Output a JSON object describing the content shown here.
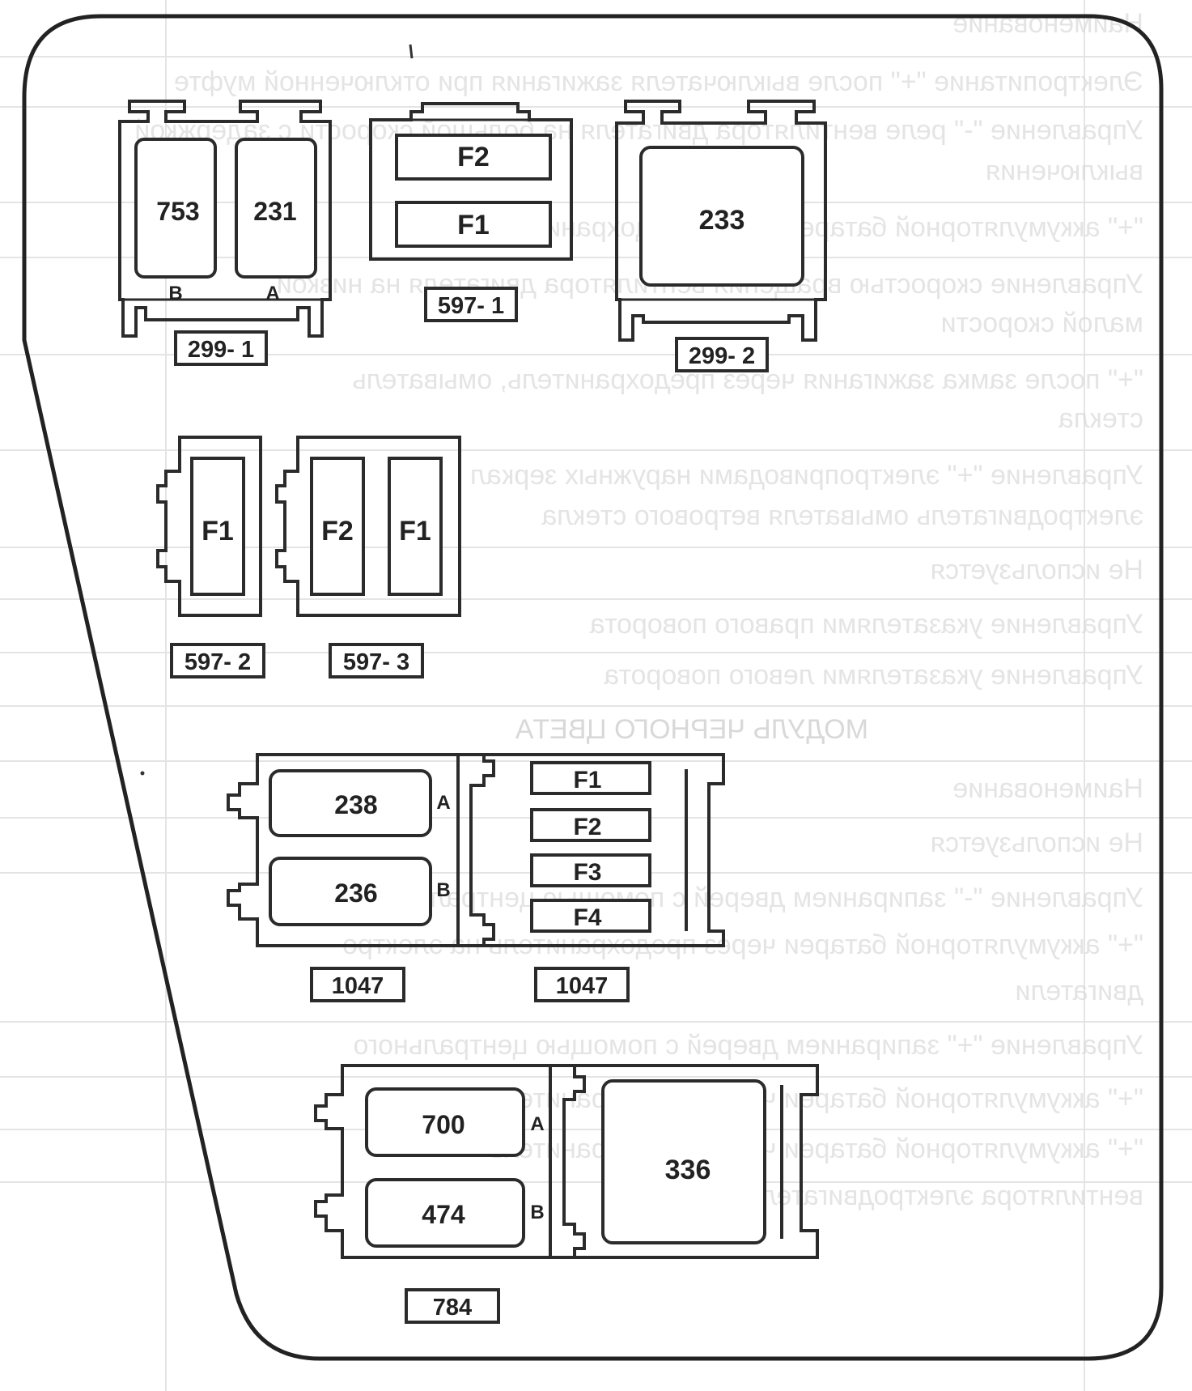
{
  "colors": {
    "stroke": "#2b2b2b",
    "text": "#222222",
    "background": "#ffffff",
    "bleed_text": "#c4c4c4"
  },
  "background_text": {
    "lines": [
      "Наименование",
      "Электропитание \"+\" после выключателя зажигания при отключенной муфте",
      "Управление \"-\" реле вентилятора двигателя на большой скорости с задержкой",
      "выключения",
      "\"+\" аккумуляторной батареи через предохранитель",
      "Управление скоростью вращения вентилятора двигателя на низкой",
      "малой скорости",
      "\"+\" после замка зажигания через предохранитель, омыватель",
      "стекла",
      "Управление \"+\" электроприводами наружных зеркал",
      "электродвигатель омывателя ветрового стекла",
      "Не используется",
      "Управление указателями правого поворота",
      "Управление указателями левого поворота",
      "МОДУЛЬ ЧЕРНОГО ЦВЕТА",
      "Наименование",
      "Не используется",
      "Управление \"-\" запиранием дверей с помощью центрального",
      "\"+\" аккумуляторной батареи через предохранитель на электро",
      "двигатели",
      "Управление \"+\" запиранием дверей с помощью центрального",
      "\"+\" аккумуляторной батареи через предохранитель",
      "\"+\" аккумуляторной батареи через предохранитель",
      "вентилятора электродвигателя"
    ]
  },
  "blocks": {
    "b299_1": {
      "slot_left": "753",
      "slot_right": "231",
      "pin_left": "B",
      "pin_right": "A",
      "tag": "299- 1"
    },
    "b597_1": {
      "fuse_top": "F2",
      "fuse_bottom": "F1",
      "tag": "597- 1"
    },
    "b299_2": {
      "slot": "233",
      "tag": "299- 2"
    },
    "b597_2": {
      "fuse": "F1",
      "tag": "597- 2"
    },
    "b597_3": {
      "fuse_left": "F2",
      "fuse_right": "F1",
      "tag": "597- 3"
    },
    "b1047_a": {
      "slot_top": "238",
      "slot_bottom": "236",
      "pin_top": "A",
      "pin_bottom": "B",
      "tag": "1047"
    },
    "b1047_b": {
      "fuses": [
        "F1",
        "F2",
        "F3",
        "F4"
      ],
      "tag": "1047"
    },
    "b784": {
      "slot_top": "700",
      "slot_bottom": "474",
      "slot_right": "336",
      "pin_top": "A",
      "pin_bottom": "B",
      "tag": "784"
    }
  }
}
